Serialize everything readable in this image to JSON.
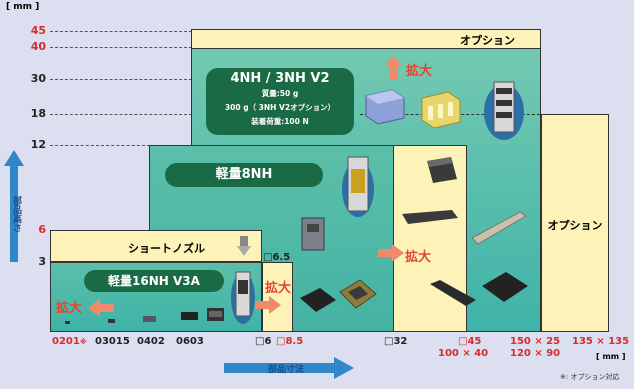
{
  "y_axis": {
    "unit": "[ mm ]",
    "label": "部品高さ",
    "ticks": [
      {
        "label": "45",
        "color": "#d92b2b"
      },
      {
        "label": "40",
        "color": "#d92b2b"
      },
      {
        "label": "30",
        "color": "#222222"
      },
      {
        "label": "18",
        "color": "#222222"
      },
      {
        "label": "12",
        "color": "#222222"
      },
      {
        "label": "6",
        "color": "#d92b2b"
      },
      {
        "label": "3",
        "color": "#222222"
      }
    ]
  },
  "x_axis": {
    "unit": "[ mm ]",
    "label": "部品寸法",
    "ticks": {
      "t0201": "0201",
      "t0201_mark": "※",
      "t03015": "03015",
      "t0402": "0402",
      "t0603": "0603",
      "t6": "□6",
      "t85": "□8.5",
      "t32": "□32",
      "t45a": "□45",
      "t45b": "100 × 40",
      "t150a": "150 × 25",
      "t150b": "120 × 90",
      "t135": "135 × 135"
    }
  },
  "labels": {
    "option_top": "オプション",
    "option_right": "オプション",
    "head_4nh": "4NH / 3NH V2",
    "head_4nh_spec1": "質量:50 g",
    "head_4nh_spec2": "300 g（ 3NH V2オプション）",
    "head_4nh_spec3": "装着荷重:100 N",
    "head_8nh": "軽量8NH",
    "short_nozzle": "ショートノズル",
    "head_16nh": "軽量16NH V3A",
    "expand1": "拡大",
    "expand2": "拡大",
    "expand3": "拡大",
    "expand4": "拡大",
    "dim_65": "□6.5",
    "footnote": "※: オプション対応"
  },
  "colors": {
    "accent_red": "#d92b2b",
    "head_green": "#1b6a46",
    "teal": "#3fb3a8",
    "option_yellow": "#fdf3b8",
    "arrow_blue": "#2f86c8"
  }
}
